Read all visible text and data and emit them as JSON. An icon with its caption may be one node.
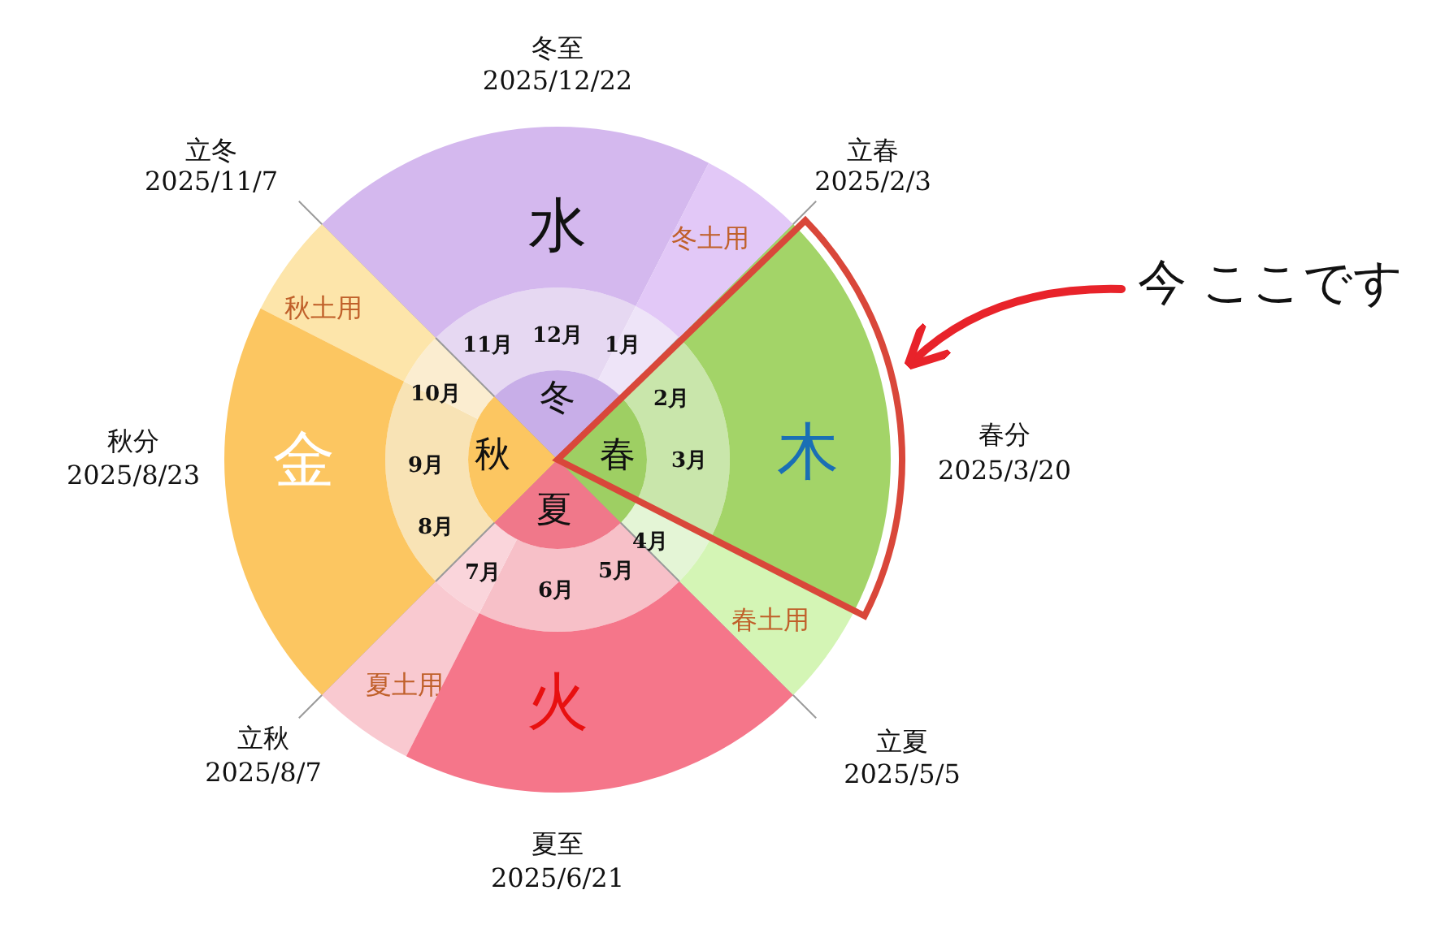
{
  "diagram": {
    "nodes": [
      {
        "text": [
          "水"
        ]
      },
      {
        "text": [
          "冬土用"
        ]
      },
      {
        "text": [
          "今 ここです"
        ]
      },
      {
        "text": [
          "秋土用"
        ]
      },
      {
        "text": [
          "冬"
        ]
      },
      {
        "text": [
          "秋"
        ]
      },
      {
        "text": [
          "春"
        ]
      },
      {
        "text": [
          "金"
        ]
      },
      {
        "text": [
          "木"
        ]
      },
      {
        "text": [
          "夏"
        ]
      },
      {
        "text": [
          "春土用"
        ]
      },
      {
        "text": [
          "夏土用"
        ]
      },
      {
        "text": [
          "火"
        ]
      }
    ],
    "edges": [
      {
        "from": 2,
        "to": 8,
        "arrow": "to"
      }
    ],
    "labels": [
      "冬至",
      "2025/12/22",
      "立冬",
      "2025/11/7",
      "立春",
      "2025/2/3",
      "秋分",
      "2025/8/23",
      "春分",
      "2025/3/20",
      "立秋",
      "2025/8/7",
      "立夏",
      "2025/5/5",
      "夏至",
      "2025/6/21",
      "12月",
      "11月",
      "1月",
      "2月",
      "10月",
      "3月",
      "9月",
      "8月",
      "4月",
      "7月",
      "5月",
      "6月"
    ]
  }
}
